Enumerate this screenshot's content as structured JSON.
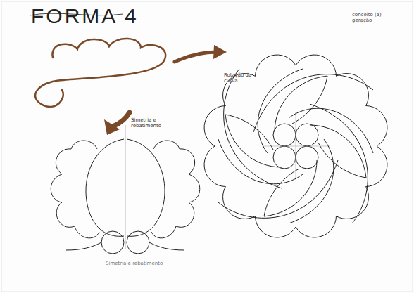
{
  "diagram": {
    "title": "FORMA 4",
    "labels": [
      "Rotação da curva",
      "Simetria e rebatimento",
      "Simetria e rebatimento",
      "conceito (a) geração"
    ]
  }
}
